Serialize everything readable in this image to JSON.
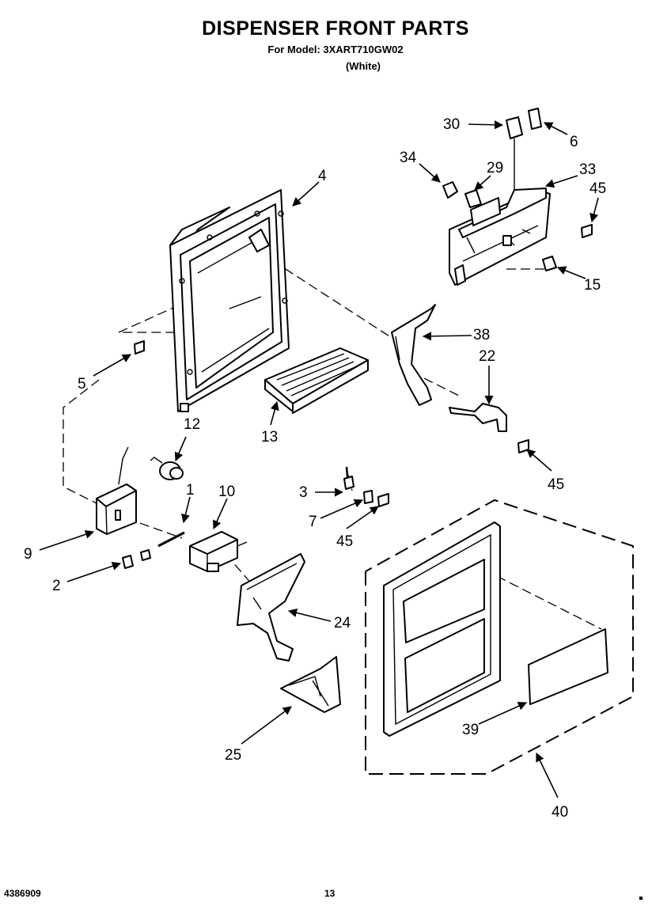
{
  "header": {
    "title": "DISPENSER FRONT PARTS",
    "model_line": "For Model: 3XART710GW02",
    "variant": "(White)"
  },
  "footer": {
    "doc_number": "4386909",
    "page_number": "13"
  },
  "callouts": [
    "30",
    "6",
    "34",
    "29",
    "33",
    "45",
    "4",
    "15",
    "38",
    "22",
    "5",
    "12",
    "13",
    "45",
    "1",
    "10",
    "3",
    "9",
    "7",
    "45",
    "2",
    "24",
    "39",
    "25",
    "40"
  ],
  "colors": {
    "ink": "#000000",
    "paper": "#ffffff"
  }
}
